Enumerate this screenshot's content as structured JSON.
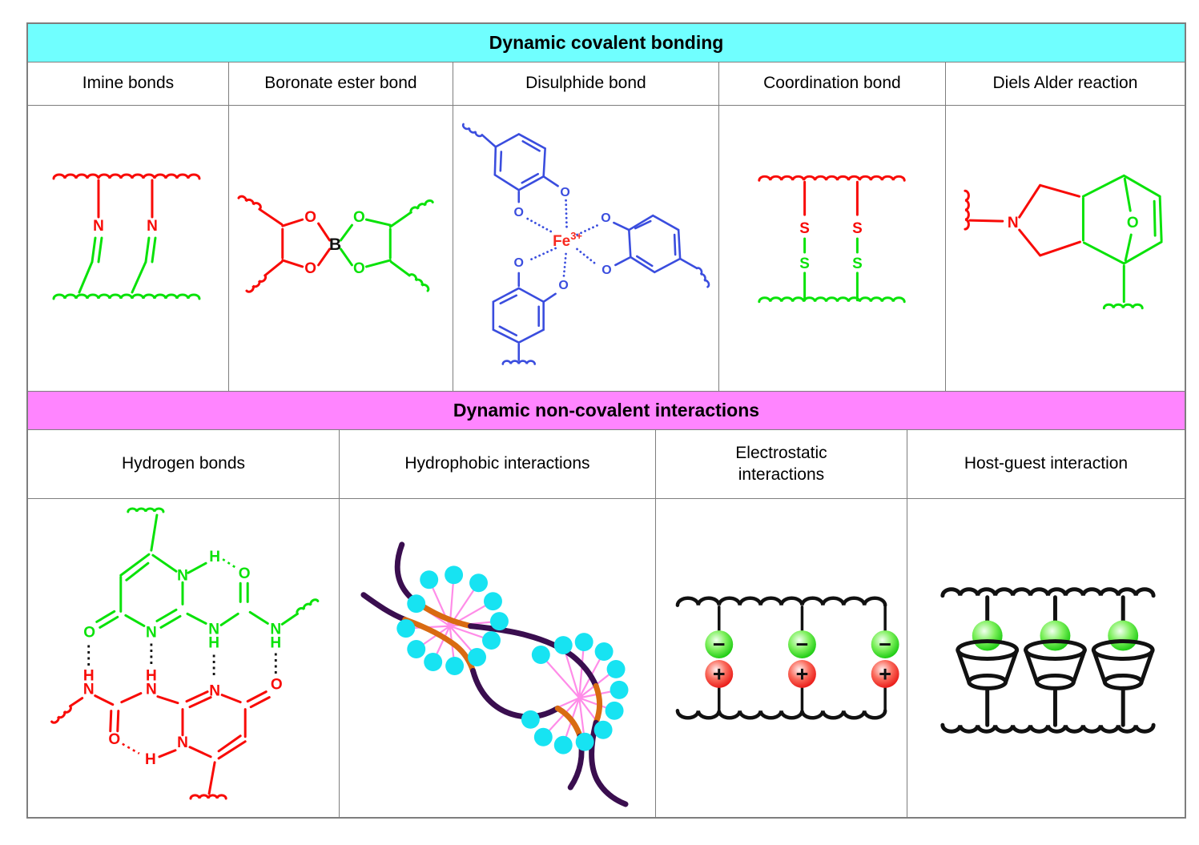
{
  "figure": {
    "covalent": {
      "title": "Dynamic covalent bonding",
      "columns": [
        "Imine bonds",
        "Boronate ester bond",
        "Disulphide bond",
        "Coordination bond",
        "Diels Alder reaction"
      ]
    },
    "noncovalent": {
      "title": "Dynamic non-covalent interactions",
      "columns": [
        "Hydrogen bonds",
        "Hydrophobic interactions",
        "Electrostatic interactions",
        "Host-guest interaction"
      ]
    }
  },
  "atoms": {
    "N": "N",
    "B": "B",
    "O": "O",
    "S": "S",
    "H": "H",
    "Fe": "Fe",
    "fe_charge": "3+",
    "minus": "−",
    "plus": "+"
  },
  "colors": {
    "red": "#F80B07",
    "green": "#0AE20A",
    "blue": "#3A4DDE",
    "cyan_header": "#70FFFF",
    "magenta_header": "#FF85FF",
    "purple": "#3A0E4F",
    "orange": "#D96B12",
    "pink": "#FF8CE8",
    "bead_cyan": "#17E3F2",
    "fe_red": "#F8281E"
  }
}
